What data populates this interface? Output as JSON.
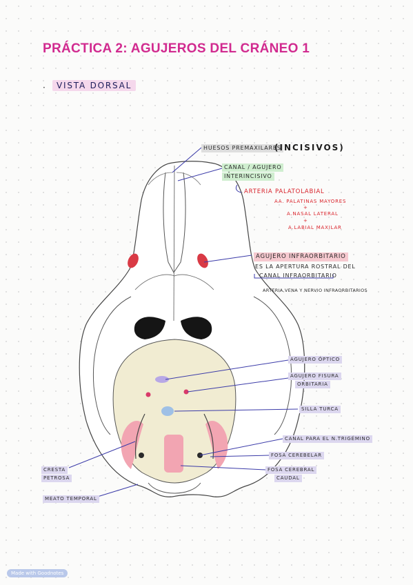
{
  "title": "PRÁCTICA 2: AGUJEROS DEL CRÁNEO 1",
  "bullet": "·",
  "subtitle": "VISTA DORSAL",
  "labels": {
    "huesos_premaxilares": "HUESOS PREMAXILARES",
    "incisivos": "(INCISIVOS)",
    "canal_agujero": "CANAL / AGUJERO",
    "interincisivo": "INTERINCISIVO",
    "arteria_palatolabial": "ARTERIA PALATOLABIAL",
    "aa_palatinas_mayores": "AA. PALATINAS MAYORES",
    "plus": "+",
    "a_nasal_lateral": "A.NASAL LATERAL",
    "a_labial_maxilar": "A.LABIAL MAXILAR",
    "agujero_infraorbitario": "AGUJERO INFRAORBITARIO",
    "es_la_apertura": "ES LA APERTURA ROSTRAL DEL",
    "canal_infraorbitario": "CANAL INFRAORBITARIO",
    "arteria_vena_nervio": "ARTERIA,VENA Y NERVIO INFRAORBITARIOS",
    "agujero_optico": "AGUJERO ÓPTICO",
    "agujero_fisura": "AGUJERO FISURA",
    "orbitaria": "ORBITARIA",
    "silla_turca": "SILLA TURCA",
    "canal_trigemino": "CANAL PARA EL N.TRIGÉMINO",
    "fosa_cerebelar": "FOSA CEREBELAR",
    "fosa_cerebral": "FOSA CEREBRAL",
    "caudal": "CAUDAL",
    "cresta": "CRESTA",
    "petrosa": "PETROSA",
    "meato_temporal": "MEATO TEMPORAL"
  },
  "watermark": "Made with Goodnotes",
  "colors": {
    "title": "#d12a8f",
    "arrow": "#3a3aa8",
    "red_annotation": "#d9222a",
    "highlight_lavender": "#dcd7ef",
    "highlight_green": "#cfeecf",
    "highlight_pink": "#f6c9cf",
    "cranial_cavity": "#f1ecd2",
    "optic_foramen": "#b8a8e6",
    "sella": "#9fc0e6",
    "pink_fossa": "#f2a5b2"
  }
}
